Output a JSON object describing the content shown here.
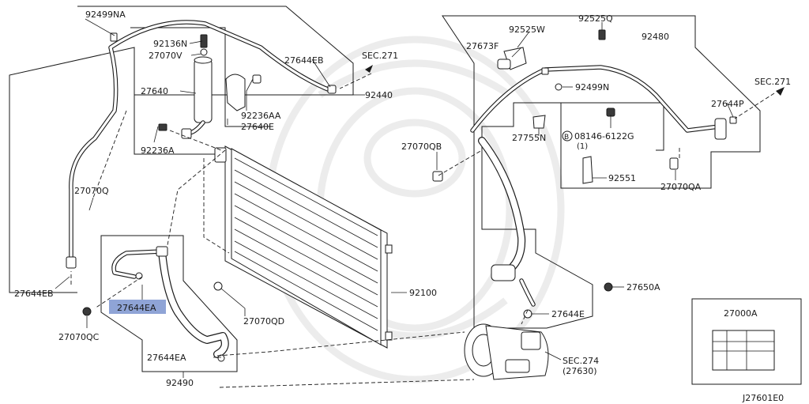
{
  "diagram_code": "J27601E0",
  "highlight_color": "#8fa4d6",
  "labels": {
    "p92499NA": "92499NA",
    "p92136N": "92136N",
    "p27070V": "27070V",
    "p27640": "27640",
    "p92236AA": "92236AA",
    "p27640E": "27640E",
    "p27644EB_top": "27644EB",
    "p92440": "92440",
    "p92236A": "92236A",
    "p27070Q": "27070Q",
    "p27644EB_left": "27644EB",
    "p27070QC": "27070QC",
    "p27644EA_sel": "27644EA",
    "p27644EA": "27644EA",
    "p92490": "92490",
    "p27070QD": "27070QD",
    "p92100": "92100",
    "p27673F": "27673F",
    "p92525W": "92525W",
    "p92525Q": "92525Q",
    "p92480": "92480",
    "p92499N": "92499N",
    "p27644P": "27644P",
    "p27755N": "27755N",
    "p08146": "08146-6122G",
    "p08146_qty": "(1)",
    "p27070QB": "27070QB",
    "p27070QA": "27070QA",
    "p92551": "92551",
    "p27650A": "27650A",
    "p27644E": "27644E",
    "p27000A": "27000A",
    "sec271_left": "SEC.271",
    "sec271_right": "SEC.271",
    "sec274": "SEC.274",
    "sec274_sub": "(27630)",
    "bolt_symbol": "B"
  }
}
